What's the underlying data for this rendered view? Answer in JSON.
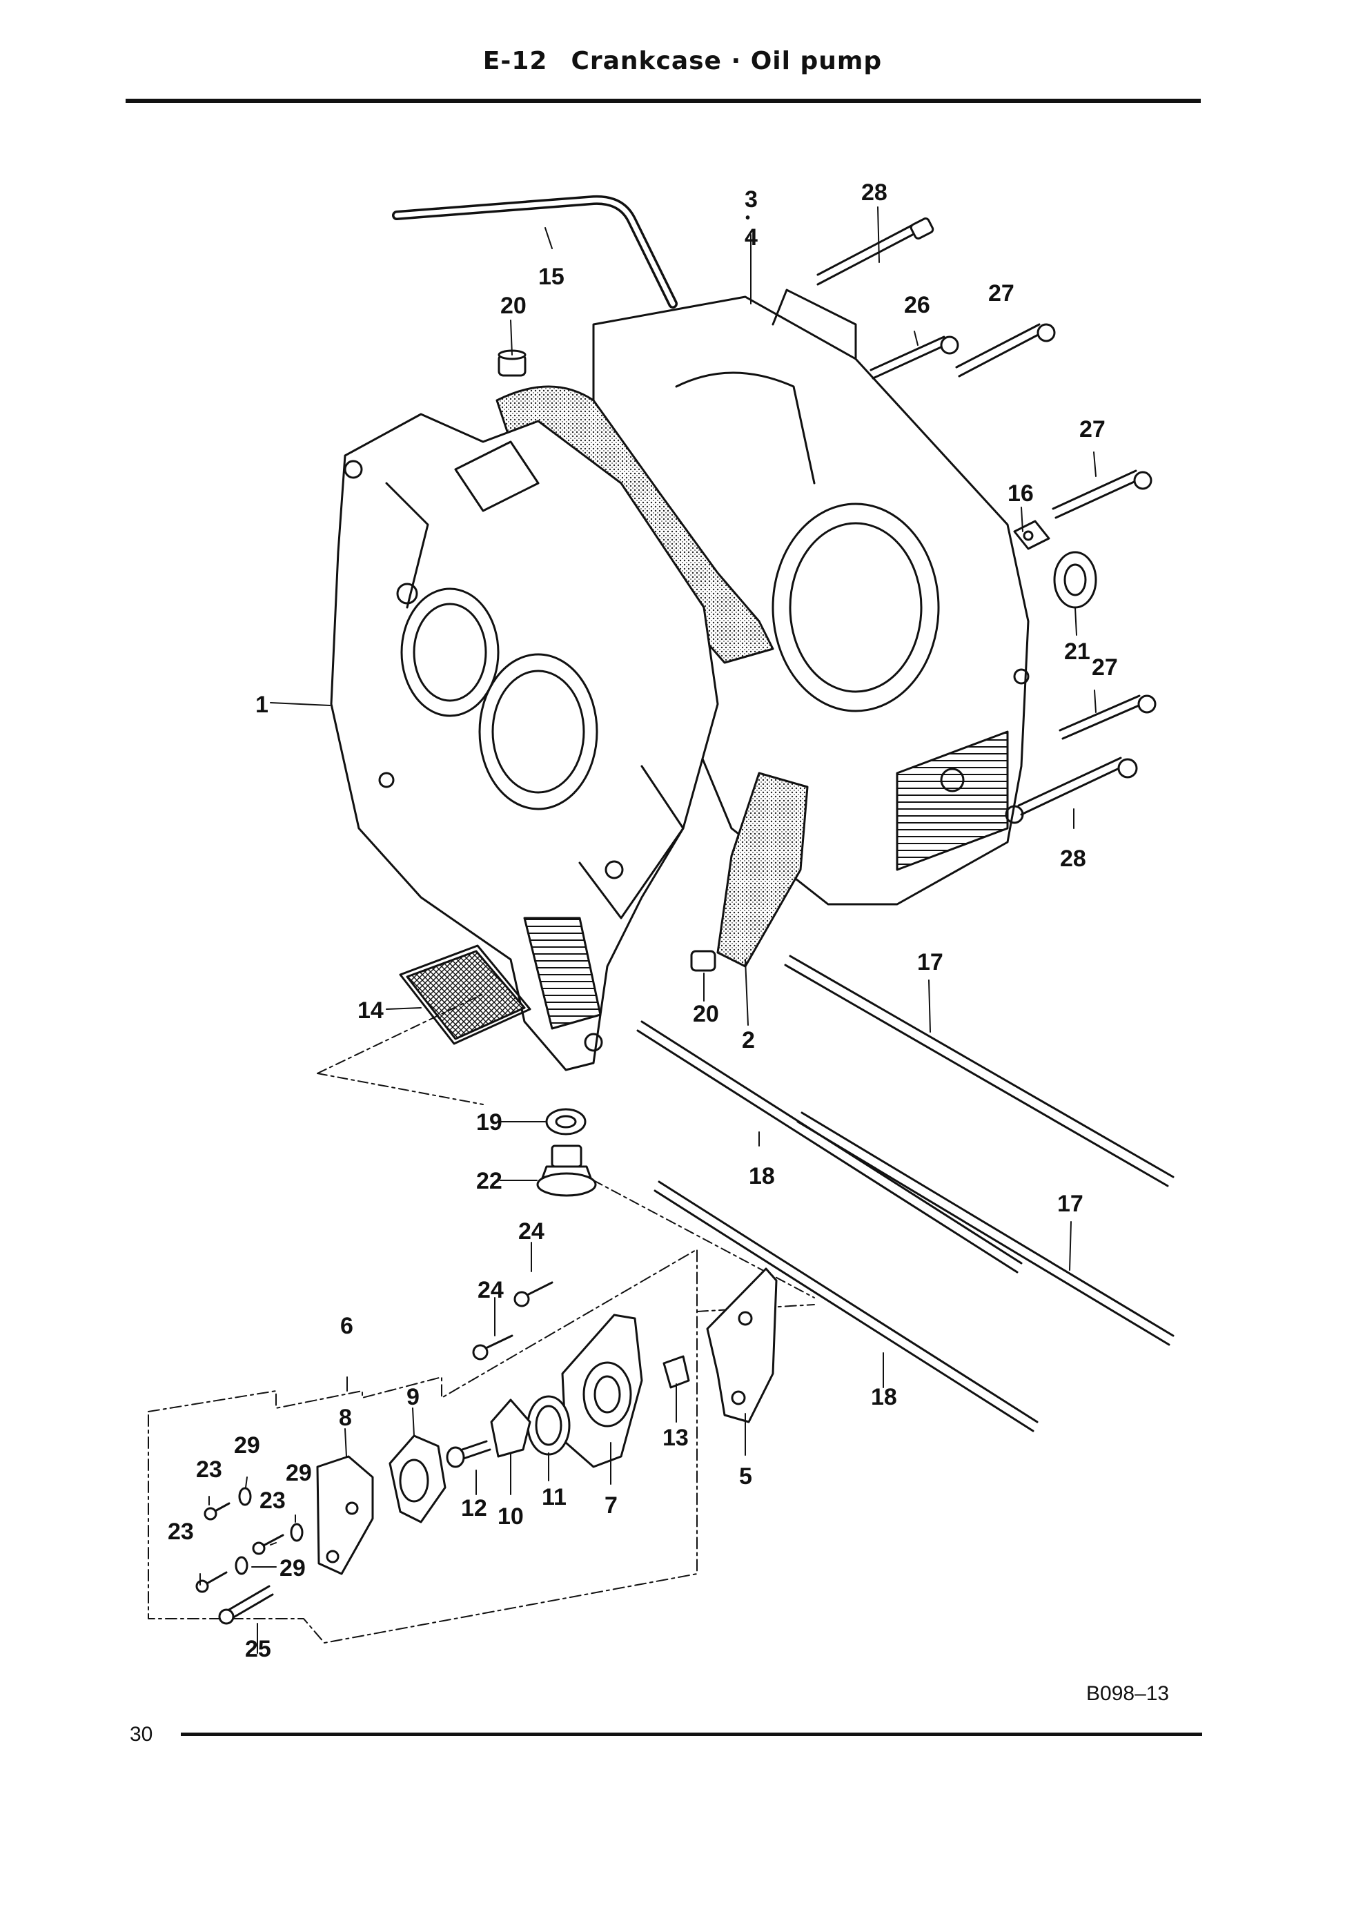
{
  "header": {
    "section_code": "E-12",
    "title": "Crankcase · Oil pump"
  },
  "footer": {
    "page_number": "30",
    "figure_code": "B098–13"
  },
  "callouts": {
    "c1": "1",
    "c2": "2",
    "c3": "3",
    "c3sep": "•",
    "c4": "4",
    "c5": "5",
    "c6": "6",
    "c7": "7",
    "c8": "8",
    "c9": "9",
    "c10": "10",
    "c11": "11",
    "c12": "12",
    "c13": "13",
    "c14": "14",
    "c15": "15",
    "c16": "16",
    "c17a": "17",
    "c17b": "17",
    "c18a": "18",
    "c18b": "18",
    "c19": "19",
    "c20a": "20",
    "c20b": "20",
    "c21": "21",
    "c22": "22",
    "c23a": "23",
    "c23b": "23",
    "c23c": "23",
    "c24a": "24",
    "c24b": "24",
    "c25": "25",
    "c26": "26",
    "c27a": "27",
    "c27b": "27",
    "c27c": "27",
    "c28a": "28",
    "c28b": "28",
    "c29a": "29",
    "c29b": "29",
    "c29c": "29"
  }
}
